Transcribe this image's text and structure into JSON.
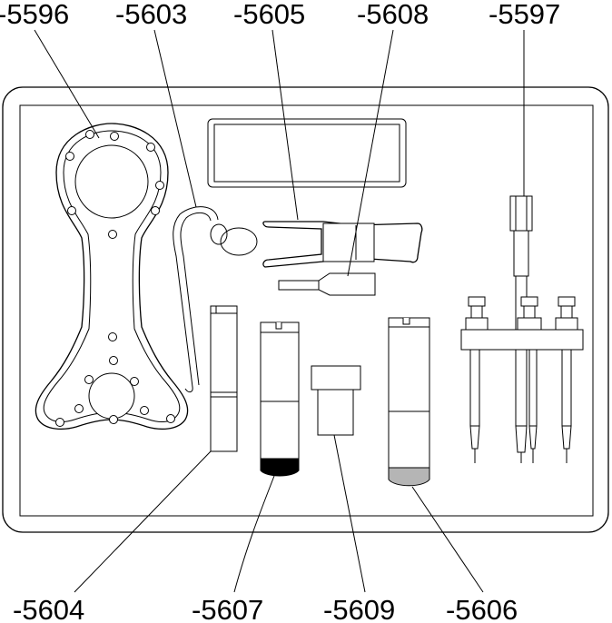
{
  "labels_top": [
    {
      "id": "5596",
      "text": "-5596"
    },
    {
      "id": "5603",
      "text": "-5603"
    },
    {
      "id": "5605",
      "text": "-5605"
    },
    {
      "id": "5608",
      "text": "-5608"
    },
    {
      "id": "5597",
      "text": "-5597"
    }
  ],
  "labels_bottom": [
    {
      "id": "5604",
      "text": "-5604"
    },
    {
      "id": "5607",
      "text": "-5607"
    },
    {
      "id": "5609",
      "text": "-5609"
    },
    {
      "id": "5606",
      "text": "-5606"
    }
  ],
  "colors": {
    "line": "#000000",
    "background": "#ffffff",
    "fill_dark": "#000000",
    "fill_gray": "#b5b5b5"
  }
}
